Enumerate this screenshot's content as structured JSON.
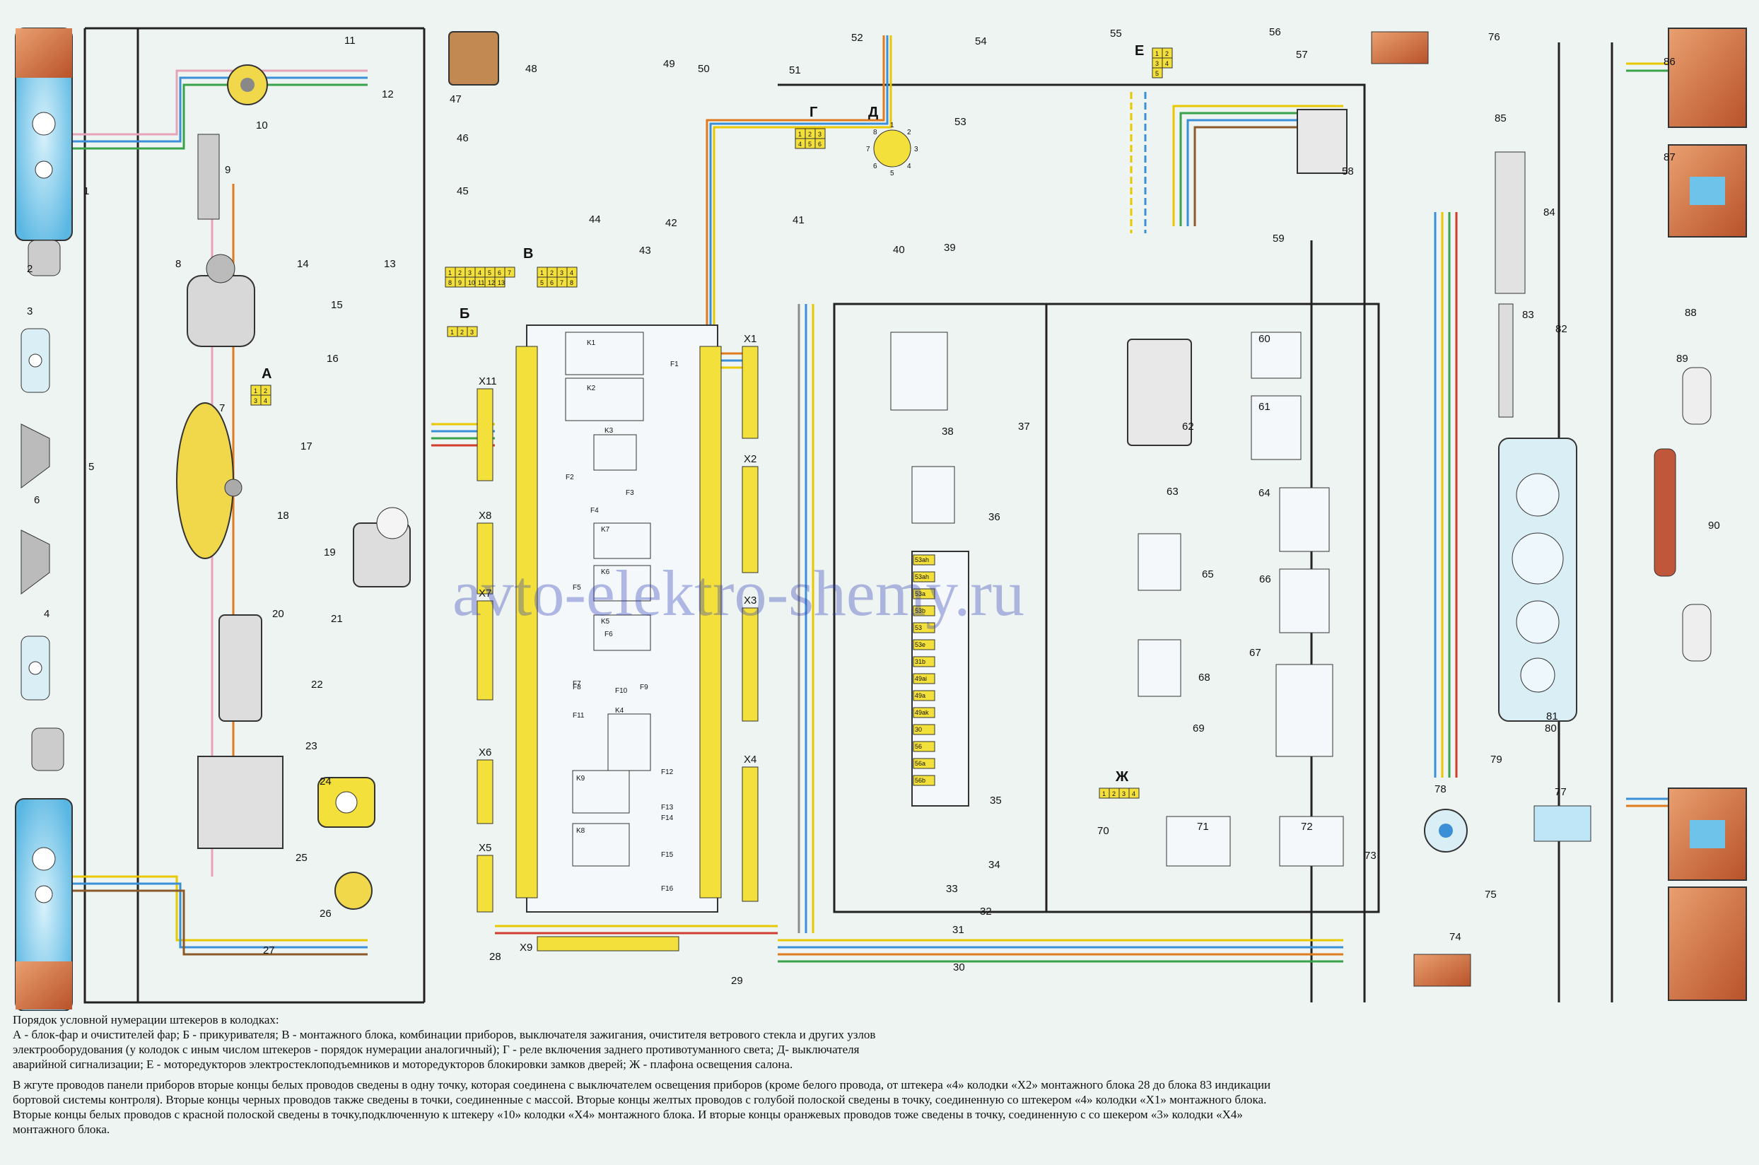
{
  "watermark": "avto-elektro-shemy.ru",
  "component_numbers": [
    "1",
    "2",
    "3",
    "4",
    "5",
    "6",
    "7",
    "8",
    "9",
    "10",
    "11",
    "12",
    "13",
    "14",
    "15",
    "16",
    "17",
    "18",
    "19",
    "20",
    "21",
    "22",
    "23",
    "24",
    "25",
    "26",
    "27",
    "28",
    "29",
    "30",
    "31",
    "32",
    "33",
    "34",
    "35",
    "36",
    "37",
    "38",
    "39",
    "40",
    "41",
    "42",
    "43",
    "44",
    "45",
    "46",
    "47",
    "48",
    "49",
    "50",
    "51",
    "52",
    "53",
    "54",
    "55",
    "56",
    "57",
    "58",
    "59",
    "60",
    "61",
    "62",
    "63",
    "64",
    "65",
    "66",
    "67",
    "68",
    "69",
    "70",
    "71",
    "72",
    "73",
    "74",
    "75",
    "76",
    "77",
    "78",
    "79",
    "80",
    "81",
    "82",
    "83",
    "84",
    "85",
    "86",
    "87",
    "88",
    "89",
    "90"
  ],
  "connector_letters": {
    "a": "А",
    "b": "Б",
    "v": "В",
    "g": "Г",
    "d": "Д",
    "e": "Е",
    "zh": "Ж"
  },
  "connector_pins": {
    "a": [
      "1",
      "2",
      "3",
      "4"
    ],
    "b": [
      "1",
      "2",
      "3"
    ],
    "v1": [
      "1",
      "2",
      "3",
      "4",
      "5",
      "6",
      "7",
      "8",
      "9",
      "10",
      "11",
      "12",
      "13"
    ],
    "v2": [
      "1",
      "2",
      "3",
      "4",
      "5",
      "6",
      "7",
      "8"
    ],
    "g": [
      "1",
      "2",
      "3",
      "4",
      "5",
      "6"
    ],
    "d": [
      "1",
      "2",
      "3",
      "4",
      "5",
      "6",
      "7",
      "8"
    ],
    "e": [
      "1",
      "2",
      "3",
      "4",
      "5"
    ],
    "zh": [
      "1",
      "2",
      "3",
      "4"
    ]
  },
  "block_connectors": [
    "X1",
    "X2",
    "X3",
    "X4",
    "X5",
    "X6",
    "X7",
    "X8",
    "X9",
    "X11"
  ],
  "relays": [
    "K1",
    "K2",
    "K3",
    "K4",
    "K5",
    "K6",
    "K7",
    "K8",
    "K9"
  ],
  "fuses": [
    "F1",
    "F2",
    "F3",
    "F4",
    "F5",
    "F6",
    "F7",
    "F8",
    "F9",
    "F10",
    "F11",
    "F12",
    "F13",
    "F14",
    "F15",
    "F16"
  ],
  "ignition_pins": [
    "53ah",
    "53ah",
    "53a",
    "53b",
    "53",
    "53e",
    "31b",
    "49ai",
    "49a",
    "49ak",
    "30",
    "56",
    "56a",
    "56b"
  ],
  "notes": {
    "heading": "Порядок условной нумерации штекеров в колодках:",
    "line1": "А - блок-фар и очистителей фар; Б - прикуривателя; В  - монтажного блока, комбинации приборов, выключателя зажигания, очистителя ветрового стекла и других узлов",
    "line2": "электрооборудования (у колодок с иным числом штекеров - порядок нумерации аналогичный); Г - реле включения заднего противотуманного света; Д- выключателя",
    "line3": "аварийной сигнализации; Е - моторедукторов электростеклоподъемников и моторедукторов блокировки замков дверей; Ж - плафона освещения салона.",
    "para2_1": "В жгуте проводов панели приборов вторые концы белых проводов сведены в одну точку, которая соединена с выключателем освещения приборов (кроме белого провода, от штекера «4» колодки «X2» монтажного блока 28 до блока 83 индикации",
    "para2_2": "бортовой системы контроля). Вторые концы черных проводов также сведены в точки, соединенные с массой. Вторые концы желтых проводов с голубой полоской сведены в точку, соединенную со штекером «4» колодки «X1» монтажного блока.",
    "para2_3": "Вторые концы белых проводов с красной полоской сведены в точку,подключенную к штекеру «10» колодки «X4» монтажного блока. И вторые концы оранжевых проводов тоже сведены в точку, соединенную с со шекером «3» колодки «X4»",
    "para2_4": "монтажного блока."
  },
  "colors": {
    "ground_black": "#222222",
    "yellow": "#e8c800",
    "blue": "#3b8fd6",
    "green": "#3aa24a",
    "red": "#d23c2c",
    "orange": "#e07a1f",
    "brown": "#8a5a2b",
    "pink": "#e6a3b8",
    "gray": "#8c8c8c",
    "connector_fill": "#f4e03a",
    "lamp_orange": "#d9743a",
    "headlamp_blue": "#6ec3ea"
  }
}
